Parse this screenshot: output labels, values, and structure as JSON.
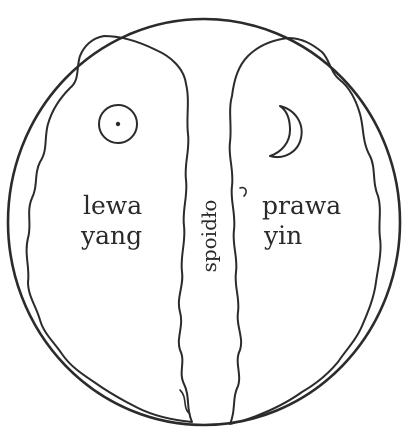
{
  "diagram": {
    "left_hemisphere": {
      "line1": "lewa",
      "line2": "yang",
      "symbol": "sun-icon"
    },
    "right_hemisphere": {
      "line1": "prawa",
      "line2": "yin",
      "symbol": "crescent-moon-icon"
    },
    "center_label": "spoidło",
    "colors": {
      "ink": "#2b2b2b",
      "background": "#ffffff"
    }
  }
}
